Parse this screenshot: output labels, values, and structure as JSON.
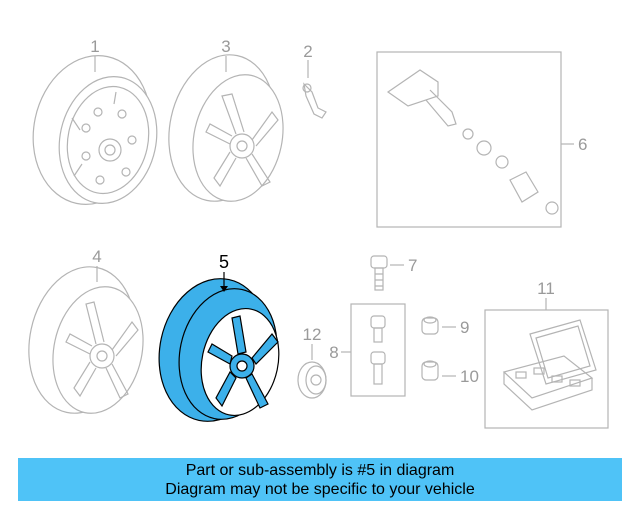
{
  "callouts": {
    "c1": "1",
    "c2": "2",
    "c3": "3",
    "c4": "4",
    "c5": "5",
    "c6": "6",
    "c7": "7",
    "c8": "8",
    "c9": "9",
    "c10": "10",
    "c11": "11",
    "c12": "12"
  },
  "banner": {
    "line1": "Part or sub-assembly is #5 in diagram",
    "line2": "Diagram may not be specific to your vehicle"
  },
  "colors": {
    "highlight": "#3cb0ea",
    "banner": "#4fc3f7",
    "outline": "#b4b4b4"
  }
}
